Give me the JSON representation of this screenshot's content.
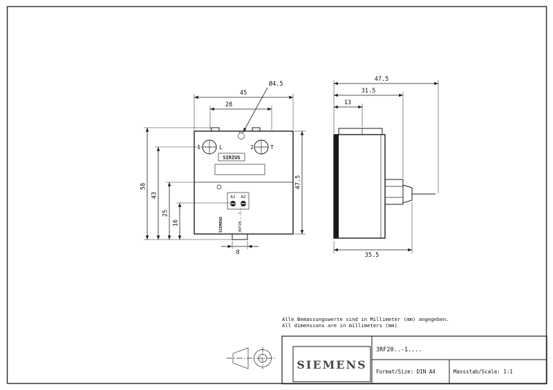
{
  "drawing": {
    "background": "#ffffff",
    "line_color": "#1a1a1a"
  },
  "front_view": {
    "dims": {
      "width": "45",
      "hole_spacing": "28",
      "hole_dia": "Ø4.5",
      "height_overall": "58",
      "height_to_screw": "43",
      "height_25": "25",
      "height_16": "16",
      "body_height": "47.5",
      "tab_width": "8"
    },
    "labels": {
      "term1_num": "1",
      "term1_letter": "L",
      "term2_num": "2",
      "term2_letter": "T",
      "brand": "SIRIUS",
      "aux1": "A1",
      "aux2": "A2",
      "type_vertical": "3RF20..-1...",
      "brand_vertical": "SIEMENS"
    }
  },
  "side_view": {
    "dims": {
      "depth_overall": "47.5",
      "depth_31_5": "31.5",
      "depth_13": "13",
      "width_35_5": "35.5"
    }
  },
  "notes": {
    "de": "Alle Bemassungswerte sind in Millimeter (mm) angegeben.",
    "en": "All dimensions are in millimeters (mm)"
  },
  "title_block": {
    "brand": "SIEMENS",
    "type": "3RF20..-1....",
    "format": "Format/Size: DIN A4",
    "scale": "Massstab/Scale: 1:1"
  }
}
